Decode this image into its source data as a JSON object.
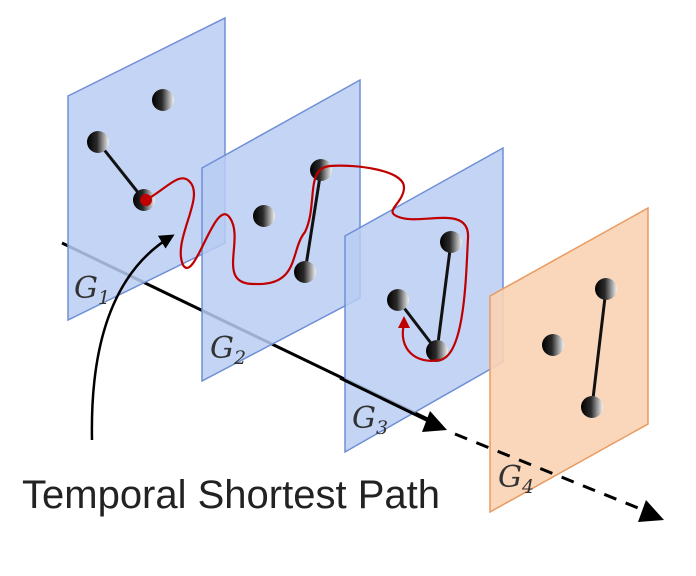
{
  "caption": "Temporal Shortest Path",
  "planes": [
    {
      "label": "G",
      "subscript": "1"
    },
    {
      "label": "G",
      "subscript": "2"
    },
    {
      "label": "G",
      "subscript": "3"
    },
    {
      "label": "G",
      "subscript": "4"
    }
  ],
  "colors": {
    "blue_plane_fill": "#b8ccf3",
    "blue_plane_stroke": "#6f8fd6",
    "orange_plane_fill": "#f9d3b4",
    "orange_plane_stroke": "#e99a5e",
    "path": "#c00000",
    "edge": "#111111",
    "axis": "#000000"
  },
  "icons": {
    "node": "sphere-node-icon",
    "start_marker": "red-dot-icon",
    "end_marker": "red-arrowhead-icon"
  }
}
